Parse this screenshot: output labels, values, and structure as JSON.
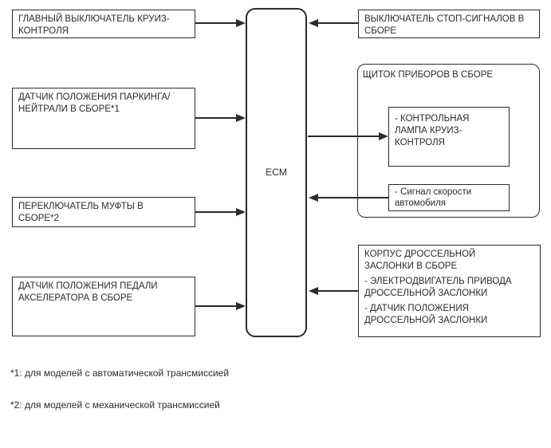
{
  "diagram": {
    "ecm_label": "ECM",
    "left_boxes": [
      {
        "lines": [
          "ГЛАВНЫЙ ВЫКЛЮЧАТЕЛЬ КРУИЗ-",
          "КОНТРОЛЯ"
        ]
      },
      {
        "lines": [
          "ДАТЧИК ПОЛОЖЕНИЯ ПАРКИНГА/",
          "НЕЙТРАЛИ В СБОРЕ*1"
        ]
      },
      {
        "lines": [
          "ПЕРЕКЛЮЧАТЕЛЬ МУФТЫ В",
          "СБОРЕ*2"
        ]
      },
      {
        "lines": [
          "ДАТЧИК ПОЛОЖЕНИЯ ПЕДАЛИ",
          "АКСЕЛЕРАТОРА В СБОРЕ"
        ]
      }
    ],
    "stop_light_switch": {
      "lines": [
        "ВЫКЛЮЧАТЕЛЬ СТОП-СИГНАЛОВ В",
        "СБОРЕ"
      ]
    },
    "instrument_panel": {
      "label": "ЩИТОК ПРИБОРОВ В СБОРЕ",
      "cruise_lamp": {
        "lines": [
          "- КОНТРОЛЬНАЯ",
          "ЛАМПА КРУИЗ-",
          "КОНТРОЛЯ"
        ]
      },
      "speed_signal": {
        "lines": [
          "- Сигнал скорости",
          "автомобиля"
        ]
      }
    },
    "throttle_body": {
      "title": {
        "lines": [
          "КОРПУС ДРОССЕЛЬНОЙ",
          "ЗАСЛОНКИ В СБОРЕ"
        ]
      },
      "items": [
        {
          "lines": [
            "- ЭЛЕКТРОДВИГАТЕЛЬ ПРИВОДА",
            "ДРОССЕЛЬНОЙ ЗАСЛОНКИ"
          ]
        },
        {
          "lines": [
            "- ДАТЧИК ПОЛОЖЕНИЯ",
            "ДРОССЕЛЬНОЙ ЗАСЛОНКИ"
          ]
        }
      ]
    },
    "footnotes": [
      "*1: для моделей с автоматической трансмиссией",
      "*2: для моделей с механической трансмиссией"
    ],
    "colors": {
      "line": "#2b2b2b",
      "text": "#2b2b2b",
      "background": "#ffffff"
    }
  }
}
